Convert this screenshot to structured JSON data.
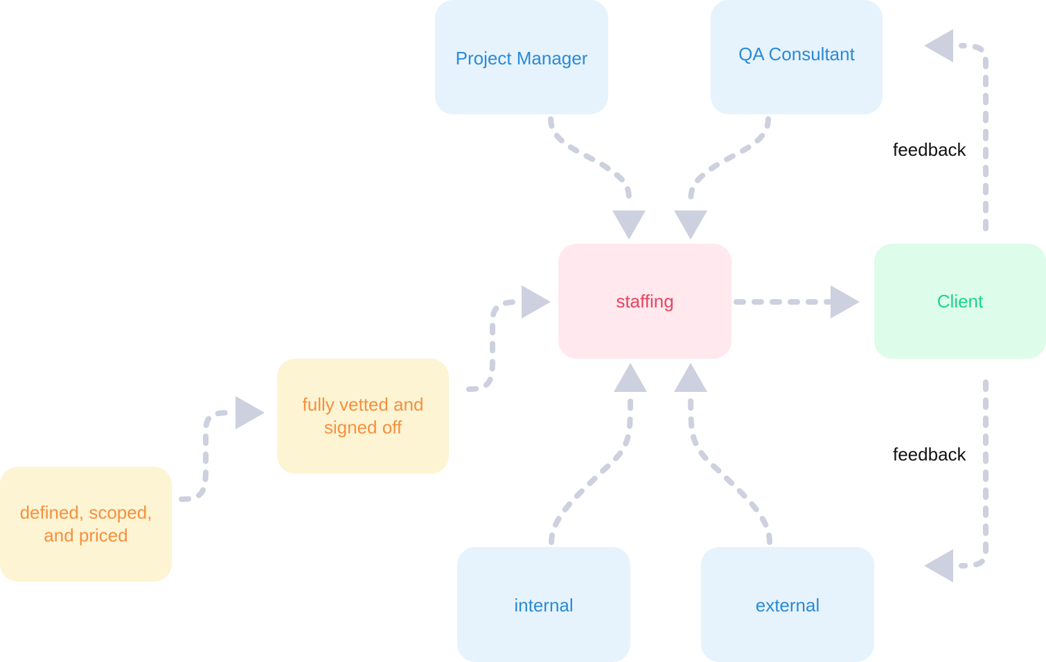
{
  "diagram": {
    "nodes": {
      "project_manager": {
        "label": "Project Manager"
      },
      "qa_consultant": {
        "label": "QA Consultant"
      },
      "staffing": {
        "label": "staffing"
      },
      "client": {
        "label": "Client"
      },
      "fully_vetted": {
        "label": "fully vetted and signed off"
      },
      "defined": {
        "label": "defined, scoped, and priced"
      },
      "internal": {
        "label": "internal"
      },
      "external": {
        "label": "external"
      }
    },
    "edge_labels": {
      "feedback_top": "feedback",
      "feedback_bottom": "feedback"
    },
    "colors": {
      "connector": "#cdd0de",
      "blue_fill": "#e6f3fc",
      "blue_text": "#2a8ad6",
      "pink_fill": "#ffe9ee",
      "pink_text": "#e8435f",
      "green_fill": "#ddfcea",
      "green_text": "#18d68a",
      "yellow_fill": "#fdf4d3",
      "yellow_text": "#f4903f"
    }
  }
}
